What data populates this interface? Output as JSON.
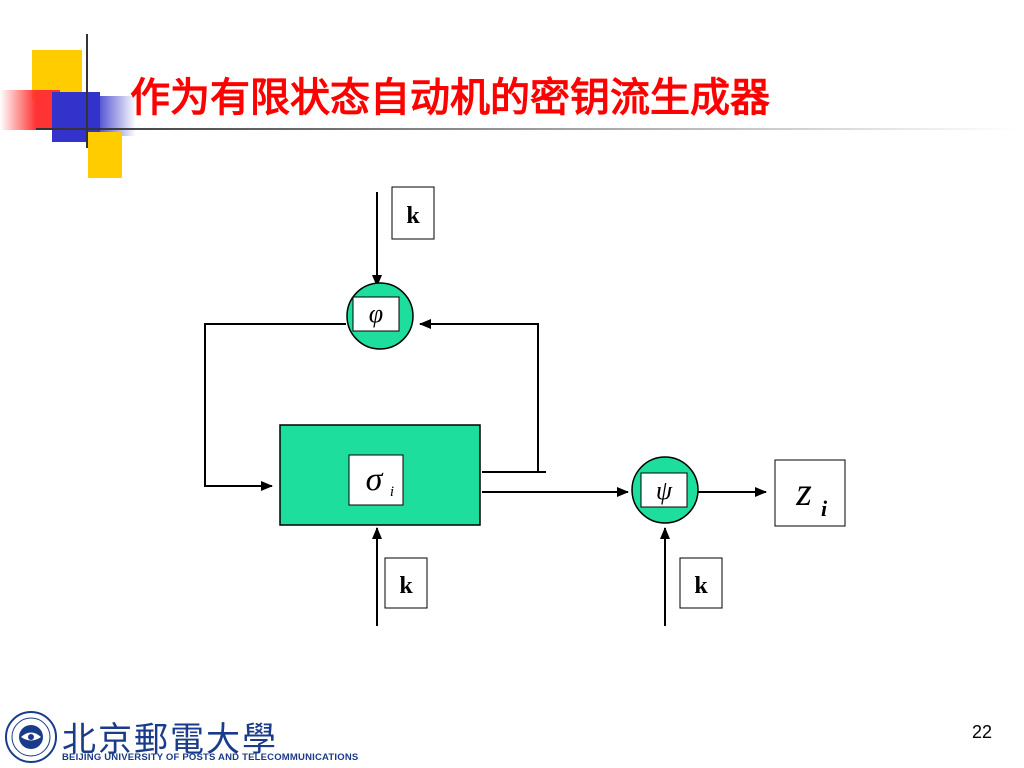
{
  "slide": {
    "title": "作为有限状态自动机的密钥流生成器",
    "page_number": "22"
  },
  "footer": {
    "university_cn": "北京郵電大學",
    "university_en": "BEIJING UNIVERSITY OF POSTS AND TELECOMMUNICATIONS"
  },
  "diagram": {
    "key_top": "k",
    "key_bottom_left": "k",
    "key_bottom_right": "k",
    "phi": "φ",
    "sigma": "σ",
    "sigma_sub": "i",
    "psi": "ψ",
    "output": "z",
    "output_sub": "i"
  },
  "colors": {
    "title": "#ff0000",
    "node_fill": "#1ede9e",
    "deco_yellow": "#ffcc00",
    "deco_blue": "#3333cc",
    "deco_red": "#ff3333"
  }
}
